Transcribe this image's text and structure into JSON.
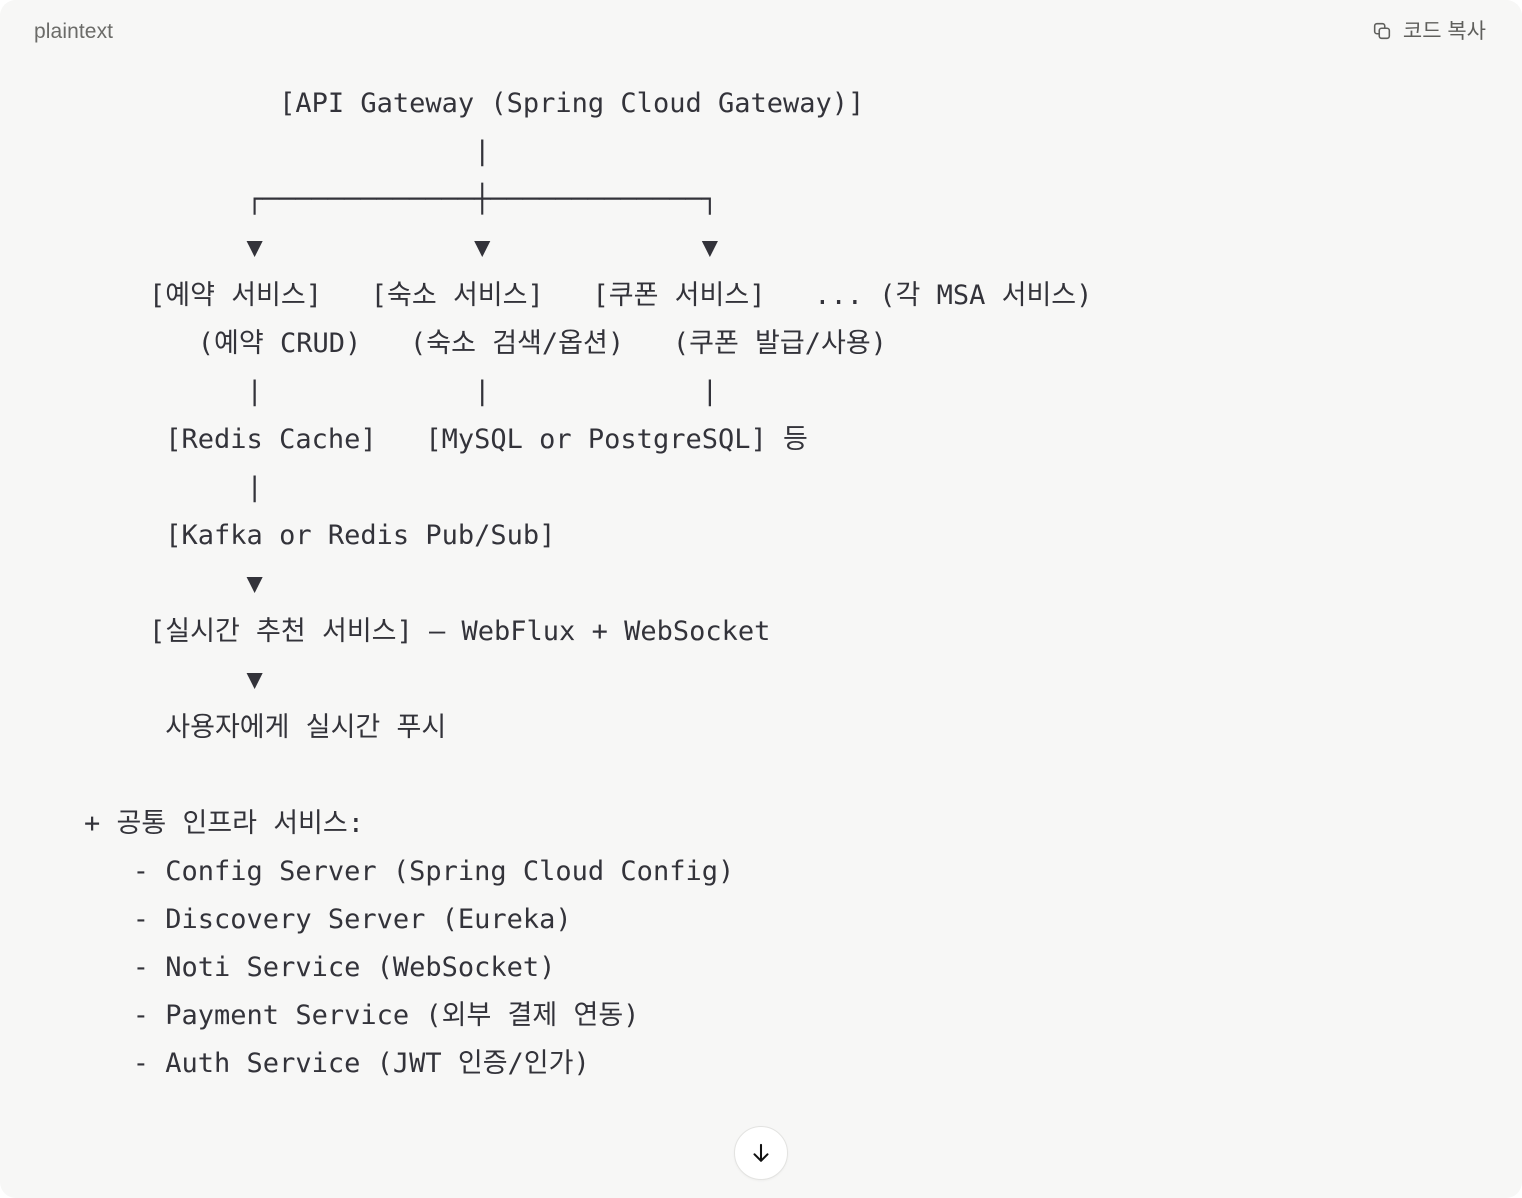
{
  "card": {
    "background_color": "#f7f7f6",
    "page_background_color": "#ffffff",
    "text_color": "#33333a"
  },
  "header": {
    "language_label": "plaintext",
    "copy_button_label": "코드 복사",
    "copy_icon": "copy-icon"
  },
  "code": {
    "language": "plaintext",
    "lines": [
      "            [API Gateway (Spring Cloud Gateway)]",
      "                        |",
      "          ┌─────────────┼─────────────┐",
      "          ▼             ▼             ▼",
      "    [예약 서비스]   [숙소 서비스]   [쿠폰 서비스]   ... (각 MSA 서비스)",
      "       (예약 CRUD)   (숙소 검색/옵션)   (쿠폰 발급/사용)",
      "          |             |             |",
      "     [Redis Cache]   [MySQL or PostgreSQL] 등",
      "          |",
      "     [Kafka or Redis Pub/Sub]",
      "          ▼",
      "    [실시간 추천 서비스] – WebFlux + WebSocket",
      "          ▼",
      "     사용자에게 실시간 푸시",
      "",
      "+ 공통 인프라 서비스:",
      "   - Config Server (Spring Cloud Config)",
      "   - Discovery Server (Eureka)",
      "   - Noti Service (WebSocket)",
      "   - Payment Service (외부 결제 연동)",
      "   - Auth Service (JWT 인증/인가)"
    ],
    "nodes": {
      "gateway": "[API Gateway (Spring Cloud Gateway)]",
      "services": [
        "[예약 서비스]",
        "[숙소 서비스]",
        "[쿠폰 서비스]",
        "... (각 MSA 서비스)"
      ],
      "service_details": [
        "(예약 CRUD)",
        "(숙소 검색/옵션)",
        "(쿠폰 발급/사용)"
      ],
      "storage": [
        "[Redis Cache]",
        "[MySQL or PostgreSQL] 등"
      ],
      "messaging": "[Kafka or Redis Pub/Sub]",
      "realtime": "[실시간 추천 서비스] – WebFlux + WebSocket",
      "push": "사용자에게 실시간 푸시"
    },
    "infra": {
      "heading": "+ 공통 인프라 서비스:",
      "items": [
        "- Config Server (Spring Cloud Config)",
        "- Discovery Server (Eureka)",
        "- Noti Service (WebSocket)",
        "- Payment Service (외부 결제 연동)",
        "- Auth Service (JWT 인증/인가)"
      ]
    }
  },
  "scroll_button": {
    "icon": "arrow-down-icon"
  }
}
